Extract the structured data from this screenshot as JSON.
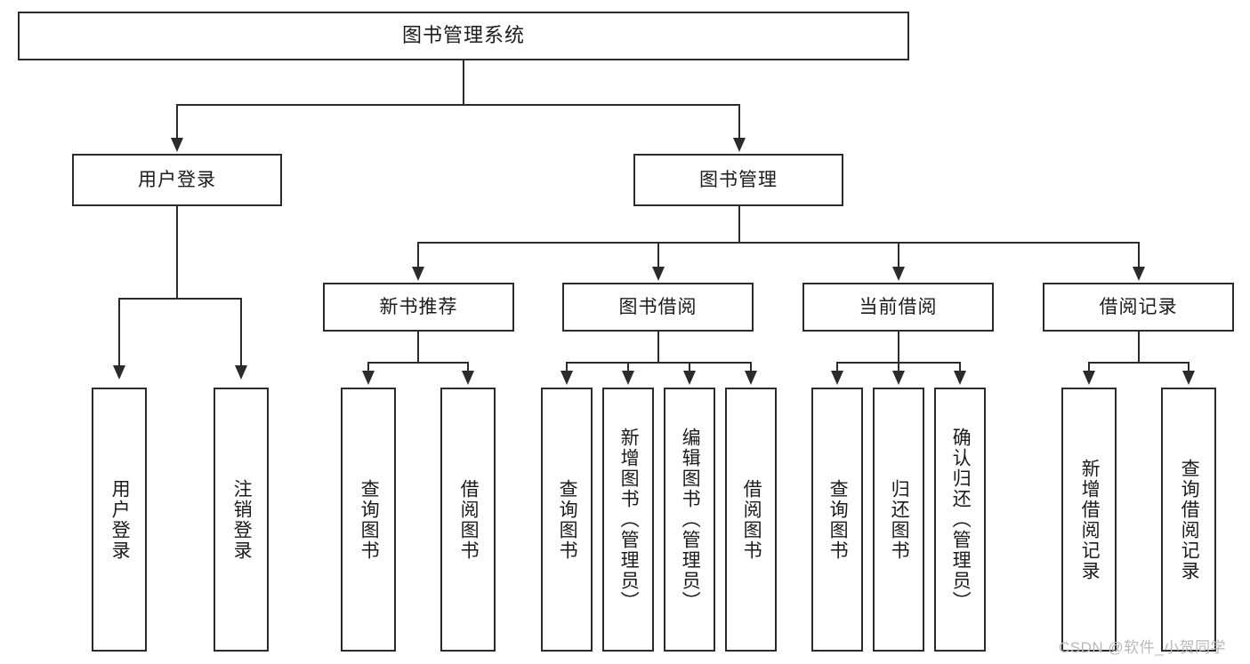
{
  "diagram": {
    "title": "图书管理系统",
    "type": "tree-hierarchy",
    "root": {
      "label": "图书管理系统"
    },
    "level1": [
      {
        "label": "用户登录"
      },
      {
        "label": "图书管理"
      }
    ],
    "level2": [
      {
        "label": "新书推荐"
      },
      {
        "label": "图书借阅"
      },
      {
        "label": "当前借阅"
      },
      {
        "label": "借阅记录"
      }
    ],
    "leaves": {
      "user_login": [
        {
          "label": "用户登录"
        },
        {
          "label": "注销登录"
        }
      ],
      "new_book_recommend": [
        {
          "label": "查询图书"
        },
        {
          "label": "借阅图书"
        }
      ],
      "book_borrow": [
        {
          "label": "查询图书"
        },
        {
          "label": "新增图书（管理员）"
        },
        {
          "label": "编辑图书（管理员）"
        },
        {
          "label": "借阅图书"
        }
      ],
      "current_borrow": [
        {
          "label": "查询图书"
        },
        {
          "label": "归还图书"
        },
        {
          "label": "确认归还（管理员）"
        }
      ],
      "borrow_record": [
        {
          "label": "新增借阅记录"
        },
        {
          "label": "查询借阅记录"
        }
      ]
    }
  },
  "watermark": {
    "text": "CSDN @软件_小贺同学"
  },
  "colors": {
    "stroke": "#2b2b2b",
    "fill": "#ffffff",
    "text": "#1b1b1b",
    "watermark": "#b9b9b9"
  }
}
